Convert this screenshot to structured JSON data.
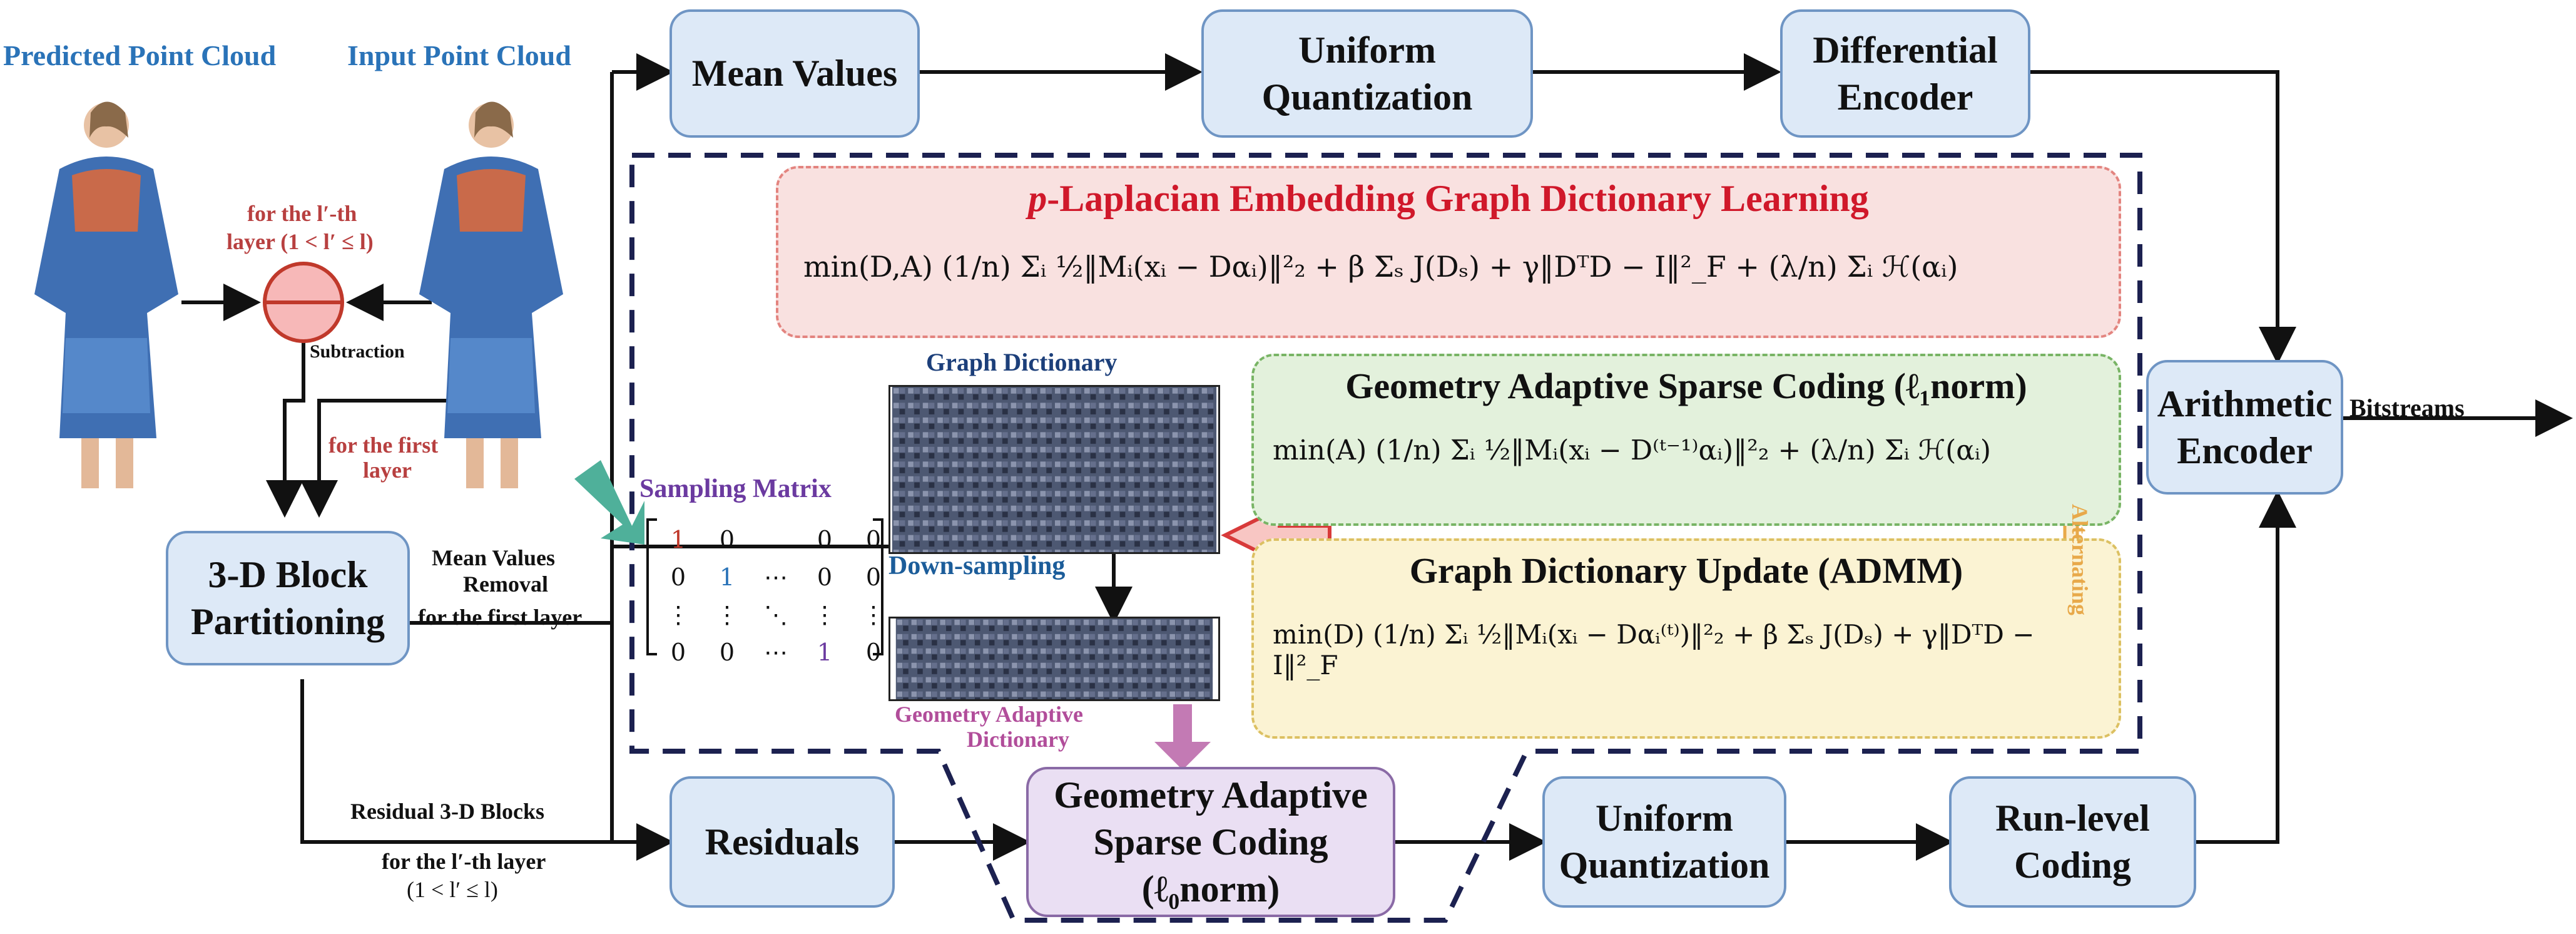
{
  "labels": {
    "predicted_pc": "Predicted Point Cloud",
    "input_pc": "Input Point Cloud",
    "for_lth_layer_1": "for the l′-th",
    "for_lth_layer_2": "layer (1 < l′ ≤ l)",
    "subtraction": "Subtraction",
    "for_first_layer_1": "for the first",
    "for_first_layer_2": "layer",
    "mean_values_removal_1": "Mean Values",
    "mean_values_removal_2": "Removal",
    "for_first_layer_line": "for the first layer",
    "residual_blocks": "Residual 3-D Blocks",
    "for_lth_bottom_1": "for the l′-th layer",
    "for_lth_bottom_2": "(1 < l′ ≤ l)",
    "bitstreams": "Bitstreams",
    "graph_dictionary": "Graph Dictionary",
    "sampling_matrix": "Sampling Matrix",
    "down_sampling": "Down-sampling",
    "geo_adaptive_dict_1": "Geometry Adaptive",
    "geo_adaptive_dict_2": "Dictionary",
    "alternating": "Alternating"
  },
  "boxes": {
    "mean_values": "Mean Values",
    "uniform_quant_top_1": "Uniform",
    "uniform_quant_top_2": "Quantization",
    "differential_encoder_1": "Differential",
    "differential_encoder_2": "Encoder",
    "arithmetic_encoder_1": "Arithmetic",
    "arithmetic_encoder_2": "Encoder",
    "block_partitioning_1": "3-D Block",
    "block_partitioning_2": "Partitioning",
    "residuals": "Residuals",
    "gasc_l0_1": "Geometry Adaptive",
    "gasc_l0_2": "Sparse Coding",
    "gasc_l0_3": "(ℓ₀norm)",
    "uniform_quant_bottom_1": "Uniform",
    "uniform_quant_bottom_2": "Quantization",
    "run_level_1": "Run-level",
    "run_level_2": "Coding"
  },
  "panels": {
    "pgdl_title_p": "p",
    "pgdl_title_rest": "-Laplacian Embedding Graph Dictionary Learning",
    "gasc_l1_title": "Geometry Adaptive Sparse Coding (ℓ₁norm)",
    "gdu_title": "Graph Dictionary Update (ADMM)"
  },
  "formulas": {
    "pgdl": "min(D,A) (1/n) Σᵢ ½‖Mᵢ(xᵢ − Dαᵢ)‖²₂ + β Σₛ J(Dₛ) + γ‖DᵀD − I‖²_F + (λ/n) Σᵢ ℋ(αᵢ)",
    "gasc_l1": "min(A) (1/n) Σᵢ ½‖Mᵢ(xᵢ − D⁽ᵗ⁻¹⁾αᵢ)‖²₂ + (λ/n) Σᵢ ℋ(αᵢ)",
    "gdu": "min(D) (1/n) Σᵢ ½‖Mᵢ(xᵢ − Dαᵢ⁽ᵗ⁾)‖²₂ + β Σₛ J(Dₛ) + γ‖DᵀD − I‖²_F"
  },
  "matrix": {
    "rows": [
      [
        "1",
        "0",
        "",
        "0",
        "0"
      ],
      [
        "0",
        "1",
        "⋯",
        "0",
        "0"
      ],
      [
        "⋮",
        "⋮",
        "⋱",
        "⋮",
        "⋮"
      ],
      [
        "0",
        "0",
        "⋯",
        "1",
        "0"
      ]
    ]
  },
  "colors": {
    "box_fill": "#dde9f7",
    "box_border": "#6f95c4",
    "title_blue": "#2a73b8",
    "label_red": "#b84040",
    "pgdl_red": "#d0182a",
    "purple": "#6b3aa0",
    "dark_blue": "#1c3f7a",
    "dashed_navy": "#1c2150",
    "alternating_orange": "#e8a94a"
  }
}
